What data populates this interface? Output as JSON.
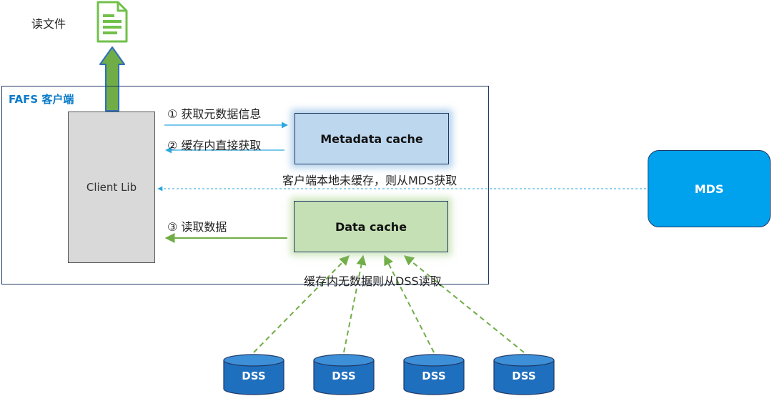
{
  "diagram": {
    "file_label": "读文件",
    "client_frame_title": "FAFS 客户端",
    "client_lib_label": "Client Lib",
    "metadata_cache_label": "Metadata cache",
    "data_cache_label": "Data cache",
    "mds_label": "MDS",
    "steps": {
      "get_metadata": "① 获取元数据信息",
      "get_from_cache": "② 缓存内直接获取",
      "read_data": "③ 读取数据"
    },
    "notes": {
      "mds_fallback": "客户端本地未缓存，则从MDS获取",
      "dss_fallback": "缓存内无数据则从DSS读取"
    },
    "dss_nodes": [
      "DSS",
      "DSS",
      "DSS",
      "DSS"
    ]
  },
  "colors": {
    "frame_border": "#1f3864",
    "client_title": "#0a7bc9",
    "client_lib_fill": "#d9d9d9",
    "metadata_cache_fill": "#bdd7ee",
    "data_cache_fill": "#c5e0b4",
    "mds_fill": "#00a2ed",
    "dss_fill": "#1f6fbf",
    "blue_arrow": "#2aa7e0",
    "green_arrow": "#70ad47",
    "file_icon": "#70c04a"
  }
}
